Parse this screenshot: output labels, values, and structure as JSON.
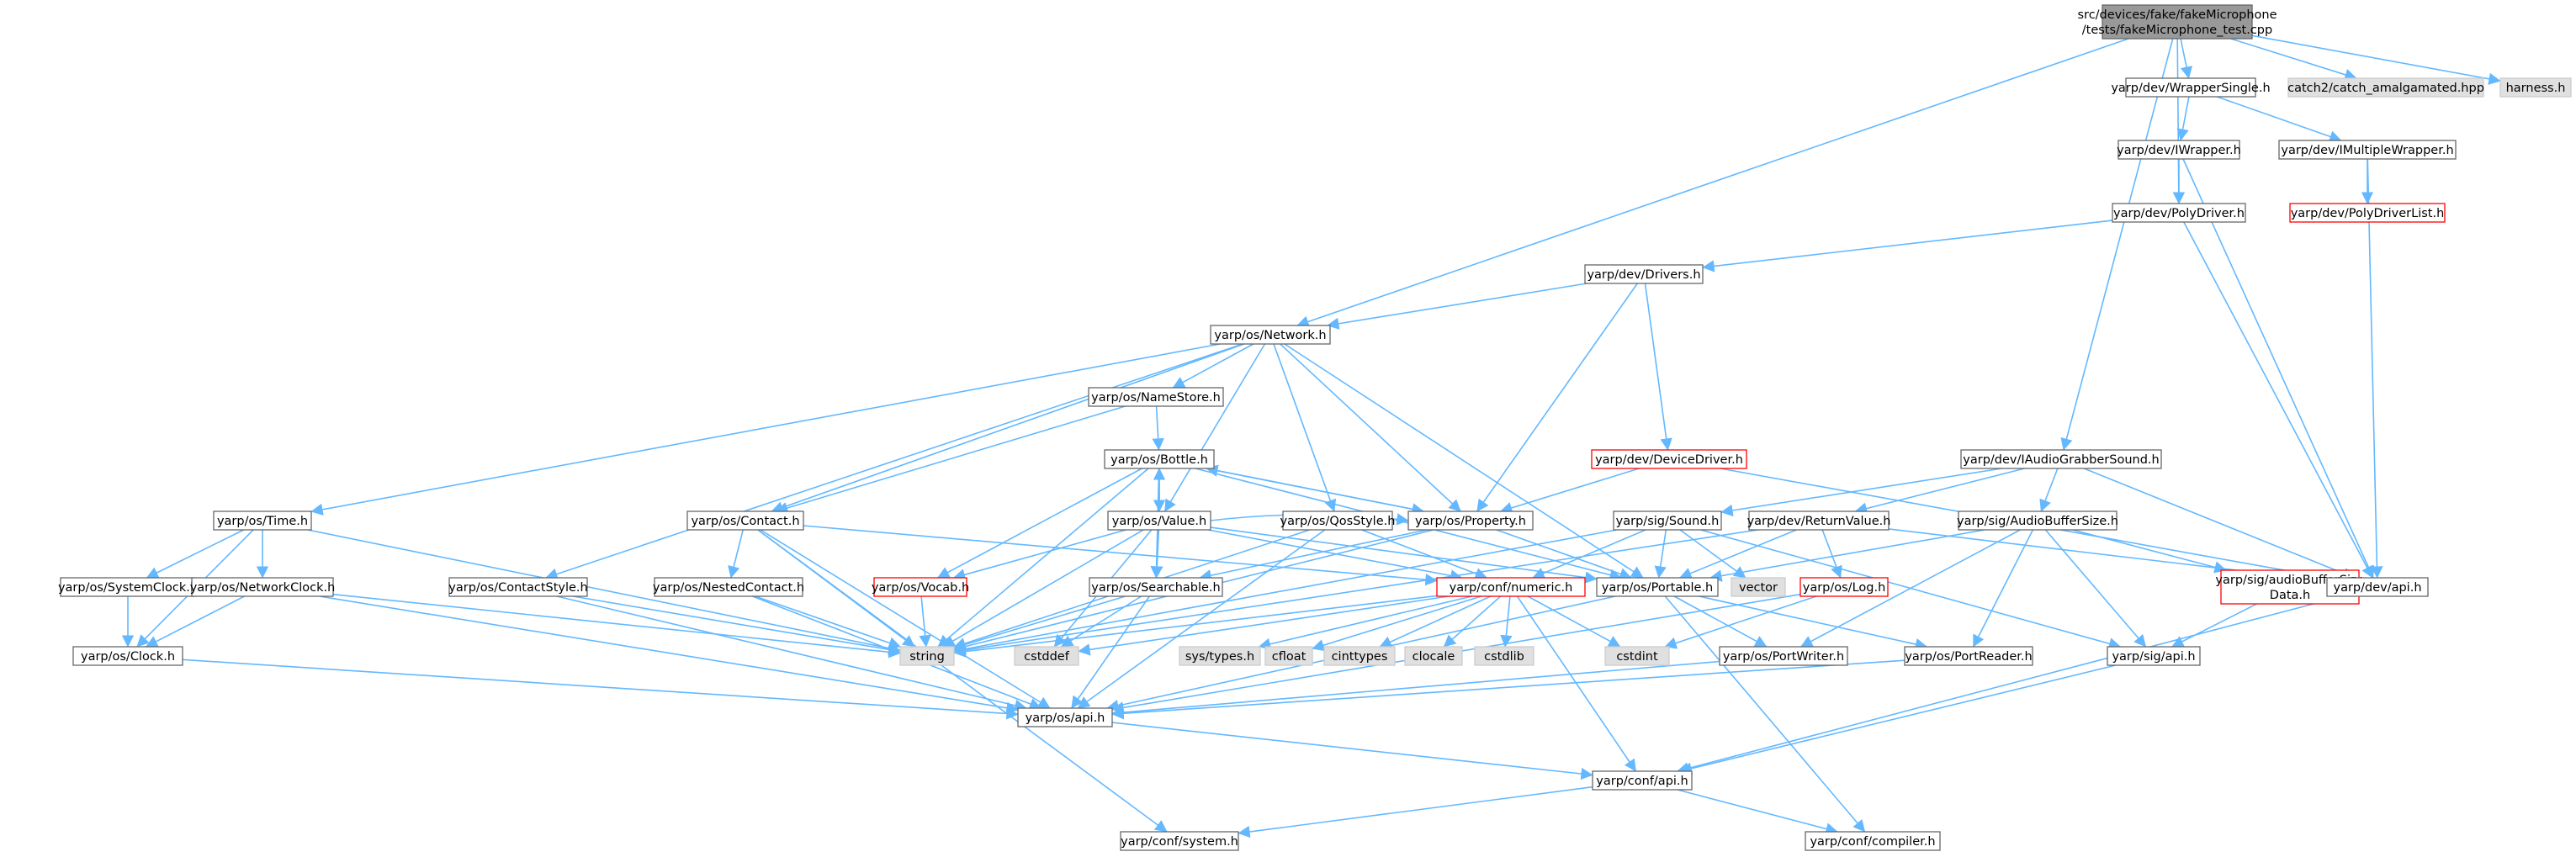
{
  "diagram": {
    "type": "include-dependency-graph",
    "colors": {
      "edge": "#63b8ff",
      "node_fill": "#ffffff",
      "node_border": "#666666",
      "root_fill": "#999999",
      "root_border": "#666666",
      "external_fill": "#e0e0e0",
      "external_border": "#cccccc",
      "truncated_border": "#ff0000",
      "text": "#000000"
    },
    "nodes": [
      {
        "id": "root",
        "lines": [
          "src/devices/fake/fakeMicrophone",
          "/tests/fakeMicrophone_test.cpp"
        ],
        "style": "root"
      },
      {
        "id": "wrapper_single",
        "lines": [
          "yarp/dev/WrapperSingle.h"
        ],
        "style": "normal"
      },
      {
        "id": "catch2",
        "lines": [
          "catch2/catch_amalgamated.hpp"
        ],
        "style": "external"
      },
      {
        "id": "harness",
        "lines": [
          "harness.h"
        ],
        "style": "external"
      },
      {
        "id": "iwrapper",
        "lines": [
          "yarp/dev/IWrapper.h"
        ],
        "style": "normal"
      },
      {
        "id": "imultiplewrapper",
        "lines": [
          "yarp/dev/IMultipleWrapper.h"
        ],
        "style": "normal"
      },
      {
        "id": "polydriverlist",
        "lines": [
          "yarp/dev/PolyDriverList.h"
        ],
        "style": "truncated"
      },
      {
        "id": "polydriver",
        "lines": [
          "yarp/dev/PolyDriver.h"
        ],
        "style": "normal"
      },
      {
        "id": "drivers",
        "lines": [
          "yarp/dev/Drivers.h"
        ],
        "style": "normal"
      },
      {
        "id": "network",
        "lines": [
          "yarp/os/Network.h"
        ],
        "style": "normal"
      },
      {
        "id": "namestore",
        "lines": [
          "yarp/os/NameStore.h"
        ],
        "style": "normal"
      },
      {
        "id": "devicedriver",
        "lines": [
          "yarp/dev/DeviceDriver.h"
        ],
        "style": "truncated"
      },
      {
        "id": "iaudiograbber",
        "lines": [
          "yarp/dev/IAudioGrabberSound.h"
        ],
        "style": "normal"
      },
      {
        "id": "bottle",
        "lines": [
          "yarp/os/Bottle.h"
        ],
        "style": "normal"
      },
      {
        "id": "time",
        "lines": [
          "yarp/os/Time.h"
        ],
        "style": "normal"
      },
      {
        "id": "contact",
        "lines": [
          "yarp/os/Contact.h"
        ],
        "style": "normal"
      },
      {
        "id": "value",
        "lines": [
          "yarp/os/Value.h"
        ],
        "style": "normal"
      },
      {
        "id": "qosstyle",
        "lines": [
          "yarp/os/QosStyle.h"
        ],
        "style": "normal"
      },
      {
        "id": "property",
        "lines": [
          "yarp/os/Property.h"
        ],
        "style": "normal"
      },
      {
        "id": "sound",
        "lines": [
          "yarp/sig/Sound.h"
        ],
        "style": "normal"
      },
      {
        "id": "returnvalue",
        "lines": [
          "yarp/dev/ReturnValue.h"
        ],
        "style": "normal"
      },
      {
        "id": "audiobuffersize",
        "lines": [
          "yarp/sig/AudioBufferSize.h"
        ],
        "style": "normal"
      },
      {
        "id": "systemclock",
        "lines": [
          "yarp/os/SystemClock.h"
        ],
        "style": "normal"
      },
      {
        "id": "networkclock",
        "lines": [
          "yarp/os/NetworkClock.h"
        ],
        "style": "normal"
      },
      {
        "id": "contactstyle",
        "lines": [
          "yarp/os/ContactStyle.h"
        ],
        "style": "normal"
      },
      {
        "id": "nestedcontact",
        "lines": [
          "yarp/os/NestedContact.h"
        ],
        "style": "normal"
      },
      {
        "id": "vocab",
        "lines": [
          "yarp/os/Vocab.h"
        ],
        "style": "truncated"
      },
      {
        "id": "searchable",
        "lines": [
          "yarp/os/Searchable.h"
        ],
        "style": "normal"
      },
      {
        "id": "numeric",
        "lines": [
          "yarp/conf/numeric.h"
        ],
        "style": "truncated"
      },
      {
        "id": "portable",
        "lines": [
          "yarp/os/Portable.h"
        ],
        "style": "normal"
      },
      {
        "id": "vector",
        "lines": [
          "vector"
        ],
        "style": "external"
      },
      {
        "id": "log",
        "lines": [
          "yarp/os/Log.h"
        ],
        "style": "truncated"
      },
      {
        "id": "audiobuffersizedata",
        "lines": [
          "yarp/sig/audioBufferSize",
          "Data.h"
        ],
        "style": "truncated"
      },
      {
        "id": "devapi",
        "lines": [
          "yarp/dev/api.h"
        ],
        "style": "normal"
      },
      {
        "id": "clock",
        "lines": [
          "yarp/os/Clock.h"
        ],
        "style": "normal"
      },
      {
        "id": "string",
        "lines": [
          "string"
        ],
        "style": "external"
      },
      {
        "id": "cstddef",
        "lines": [
          "cstddef"
        ],
        "style": "external"
      },
      {
        "id": "systypes",
        "lines": [
          "sys/types.h"
        ],
        "style": "external"
      },
      {
        "id": "cfloat",
        "lines": [
          "cfloat"
        ],
        "style": "external"
      },
      {
        "id": "cinttypes",
        "lines": [
          "cinttypes"
        ],
        "style": "external"
      },
      {
        "id": "clocale",
        "lines": [
          "clocale"
        ],
        "style": "external"
      },
      {
        "id": "cstdlib",
        "lines": [
          "cstdlib"
        ],
        "style": "external"
      },
      {
        "id": "cstdint",
        "lines": [
          "cstdint"
        ],
        "style": "external"
      },
      {
        "id": "portwriter",
        "lines": [
          "yarp/os/PortWriter.h"
        ],
        "style": "normal"
      },
      {
        "id": "portreader",
        "lines": [
          "yarp/os/PortReader.h"
        ],
        "style": "normal"
      },
      {
        "id": "sigapi",
        "lines": [
          "yarp/sig/api.h"
        ],
        "style": "normal"
      },
      {
        "id": "osapi",
        "lines": [
          "yarp/os/api.h"
        ],
        "style": "normal"
      },
      {
        "id": "confapi",
        "lines": [
          "yarp/conf/api.h"
        ],
        "style": "normal"
      },
      {
        "id": "system",
        "lines": [
          "yarp/conf/system.h"
        ],
        "style": "normal"
      },
      {
        "id": "compiler",
        "lines": [
          "yarp/conf/compiler.h"
        ],
        "style": "normal"
      }
    ],
    "edges": [
      [
        "root",
        "wrapper_single"
      ],
      [
        "root",
        "catch2"
      ],
      [
        "root",
        "harness"
      ],
      [
        "root",
        "polydriver"
      ],
      [
        "root",
        "network"
      ],
      [
        "root",
        "iaudiograbber"
      ],
      [
        "wrapper_single",
        "iwrapper"
      ],
      [
        "wrapper_single",
        "imultiplewrapper"
      ],
      [
        "iwrapper",
        "polydriver"
      ],
      [
        "iwrapper",
        "devapi"
      ],
      [
        "imultiplewrapper",
        "polydriverlist"
      ],
      [
        "imultiplewrapper",
        "devapi"
      ],
      [
        "polydriver",
        "drivers"
      ],
      [
        "polydriver",
        "devapi"
      ],
      [
        "drivers",
        "network"
      ],
      [
        "drivers",
        "devicedriver"
      ],
      [
        "drivers",
        "property"
      ],
      [
        "devicedriver",
        "property"
      ],
      [
        "devicedriver",
        "devapi"
      ],
      [
        "network",
        "time"
      ],
      [
        "network",
        "namestore"
      ],
      [
        "network",
        "contact"
      ],
      [
        "network",
        "contactstyle"
      ],
      [
        "network",
        "value"
      ],
      [
        "network",
        "qosstyle"
      ],
      [
        "network",
        "property"
      ],
      [
        "network",
        "portable"
      ],
      [
        "namestore",
        "bottle"
      ],
      [
        "namestore",
        "contact"
      ],
      [
        "bottle",
        "property"
      ],
      [
        "bottle",
        "value"
      ],
      [
        "bottle",
        "searchable"
      ],
      [
        "bottle",
        "vocab"
      ],
      [
        "bottle",
        "portable"
      ],
      [
        "bottle",
        "string"
      ],
      [
        "value",
        "bottle"
      ],
      [
        "value",
        "property"
      ],
      [
        "value",
        "vocab"
      ],
      [
        "value",
        "searchable"
      ],
      [
        "value",
        "portable"
      ],
      [
        "value",
        "numeric"
      ],
      [
        "value",
        "string"
      ],
      [
        "value",
        "cstddef"
      ],
      [
        "property",
        "bottle"
      ],
      [
        "property",
        "searchable"
      ],
      [
        "property",
        "portable"
      ],
      [
        "property",
        "string"
      ],
      [
        "qosstyle",
        "numeric"
      ],
      [
        "qosstyle",
        "string"
      ],
      [
        "qosstyle",
        "osapi"
      ],
      [
        "contact",
        "nestedcontact"
      ],
      [
        "contact",
        "string"
      ],
      [
        "contact",
        "numeric"
      ],
      [
        "contact",
        "system"
      ],
      [
        "contact",
        "osapi"
      ],
      [
        "time",
        "systemclock"
      ],
      [
        "time",
        "networkclock"
      ],
      [
        "time",
        "clock"
      ],
      [
        "time",
        "string"
      ],
      [
        "systemclock",
        "clock"
      ],
      [
        "networkclock",
        "clock"
      ],
      [
        "networkclock",
        "string"
      ],
      [
        "networkclock",
        "osapi"
      ],
      [
        "contactstyle",
        "string"
      ],
      [
        "contactstyle",
        "osapi"
      ],
      [
        "nestedcontact",
        "string"
      ],
      [
        "nestedcontact",
        "osapi"
      ],
      [
        "vocab",
        "string"
      ],
      [
        "searchable",
        "string"
      ],
      [
        "searchable",
        "cstddef"
      ],
      [
        "searchable",
        "osapi"
      ],
      [
        "clock",
        "osapi"
      ],
      [
        "numeric",
        "string"
      ],
      [
        "numeric",
        "cstddef"
      ],
      [
        "numeric",
        "systypes"
      ],
      [
        "numeric",
        "cfloat"
      ],
      [
        "numeric",
        "cinttypes"
      ],
      [
        "numeric",
        "clocale"
      ],
      [
        "numeric",
        "cstdlib"
      ],
      [
        "numeric",
        "cstdint"
      ],
      [
        "numeric",
        "confapi"
      ],
      [
        "iaudiograbber",
        "sound"
      ],
      [
        "iaudiograbber",
        "returnvalue"
      ],
      [
        "iaudiograbber",
        "audiobuffersize"
      ],
      [
        "iaudiograbber",
        "devapi"
      ],
      [
        "sound",
        "vector"
      ],
      [
        "sound",
        "portable"
      ],
      [
        "sound",
        "numeric"
      ],
      [
        "sound",
        "string"
      ],
      [
        "sound",
        "sigapi"
      ],
      [
        "returnvalue",
        "log"
      ],
      [
        "returnvalue",
        "portable"
      ],
      [
        "returnvalue",
        "string"
      ],
      [
        "returnvalue",
        "devapi"
      ],
      [
        "audiobuffersize",
        "audiobuffersizedata"
      ],
      [
        "audiobuffersize",
        "portable"
      ],
      [
        "audiobuffersize",
        "portwriter"
      ],
      [
        "audiobuffersize",
        "portreader"
      ],
      [
        "audiobuffersize",
        "sigapi"
      ],
      [
        "audiobuffersizedata",
        "sigapi"
      ],
      [
        "log",
        "cstdint"
      ],
      [
        "log",
        "osapi"
      ],
      [
        "portable",
        "portwriter"
      ],
      [
        "portable",
        "portreader"
      ],
      [
        "portable",
        "osapi"
      ],
      [
        "portable",
        "compiler"
      ],
      [
        "portwriter",
        "osapi"
      ],
      [
        "portreader",
        "osapi"
      ],
      [
        "sigapi",
        "confapi"
      ],
      [
        "devapi",
        "confapi"
      ],
      [
        "osapi",
        "confapi"
      ],
      [
        "confapi",
        "system"
      ],
      [
        "confapi",
        "compiler"
      ]
    ]
  }
}
